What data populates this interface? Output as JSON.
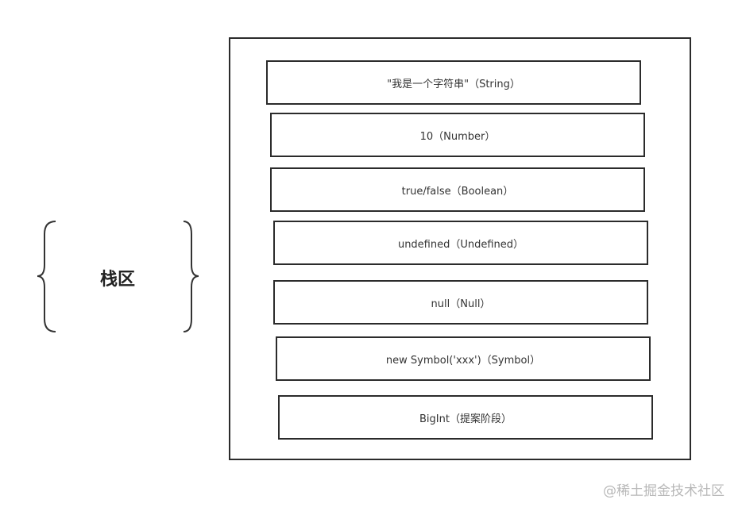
{
  "stack_label": "栈区",
  "stack_items": [
    "\"我是一个字符串\"（String）",
    "10（Number）",
    "true/false（Boolean）",
    "undefined（Undefined）",
    "null（Null）",
    "new Symbol('xxx')（Symbol）",
    "BigInt（提案阶段）"
  ],
  "watermark": "@稀土掘金技术社区"
}
